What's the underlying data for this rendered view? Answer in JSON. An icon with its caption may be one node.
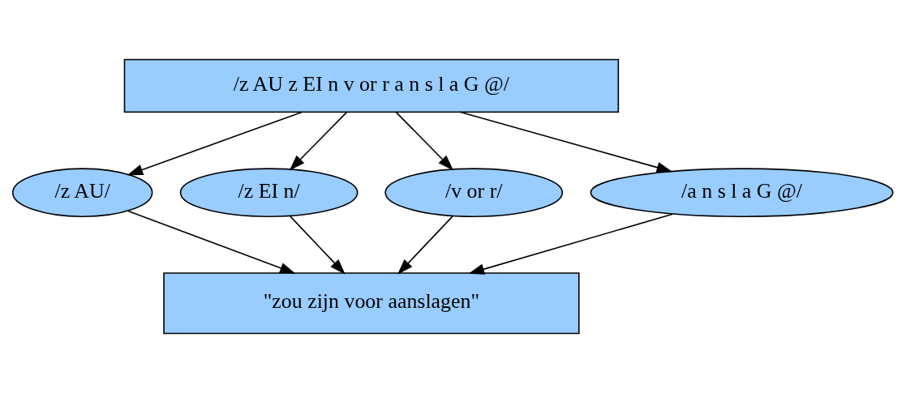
{
  "diagram": {
    "nodes": [
      {
        "text": [
          "/z AU z EI n v or r a n s l a G @/"
        ]
      },
      {
        "text": [
          "/z AU/"
        ]
      },
      {
        "text": [
          "/z EI n/"
        ]
      },
      {
        "text": [
          "/v or r/"
        ]
      },
      {
        "text": [
          "/a n s l a G @/"
        ]
      },
      {
        "text": [
          "\"zou zijn voor aanslagen\""
        ]
      }
    ],
    "edges": [
      {
        "from": 0,
        "to": 1,
        "arrow": "to"
      },
      {
        "from": 0,
        "to": 2,
        "arrow": "to"
      },
      {
        "from": 0,
        "to": 3,
        "arrow": "to"
      },
      {
        "from": 0,
        "to": 4,
        "arrow": "to"
      },
      {
        "from": 1,
        "to": 5,
        "arrow": "to"
      },
      {
        "from": 2,
        "to": 5,
        "arrow": "to"
      },
      {
        "from": 3,
        "to": 5,
        "arrow": "to"
      },
      {
        "from": 4,
        "to": 5,
        "arrow": "to"
      }
    ]
  }
}
